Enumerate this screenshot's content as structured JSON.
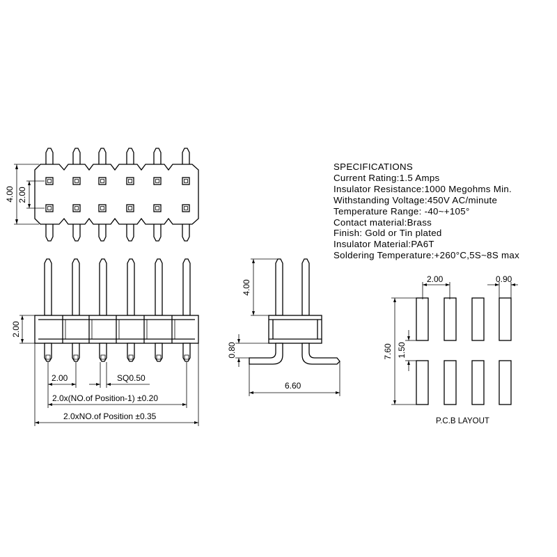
{
  "specifications": {
    "title": "SPECIFICATIONS",
    "lines": [
      "Current Rating:1.5 Amps",
      "Insulator Resistance:1000 Megohms Min.",
      "Withstanding Voltage:450V AC/minute",
      "Temperature Range: -40~+105°",
      "Contact material:Brass",
      "Finish: Gold or Tin plated",
      "Insulator Material:PA6T",
      "Soldering Temperature:+260°C,5S~8S max"
    ]
  },
  "top_view": {
    "dim_height": "4.00",
    "dim_row_pitch": "2.00"
  },
  "front_view": {
    "dim_body_height": "2.00",
    "dim_pitch": "2.00",
    "dim_square": "SQ0.50",
    "dim_pin_span": "2.0x(NO.of Position-1) ±0.20",
    "dim_overall": "2.0xNO.of Position ±0.35"
  },
  "side_view": {
    "dim_pin_length": "4.00",
    "dim_offset": "0.80",
    "dim_depth": "6.60"
  },
  "pcb_layout": {
    "dim_pitch": "2.00",
    "dim_pad_width": "0.90",
    "dim_row_span": "7.60",
    "dim_gap": "1.50",
    "label": "P.C.B LAYOUT"
  }
}
